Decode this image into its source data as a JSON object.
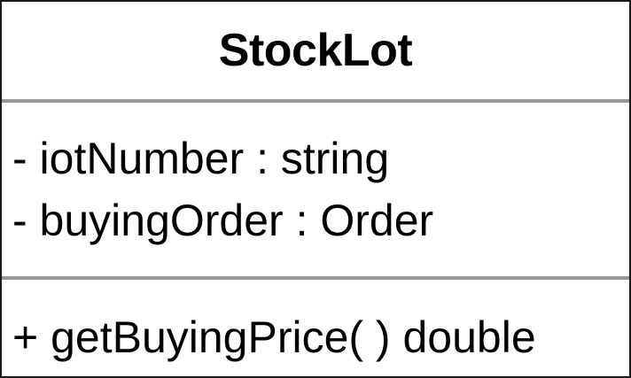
{
  "class": {
    "name": "StockLot",
    "attributes": [
      "- iotNumber : string",
      "- buyingOrder : Order"
    ],
    "operations": [
      "+ getBuyingPrice( ) double"
    ]
  }
}
